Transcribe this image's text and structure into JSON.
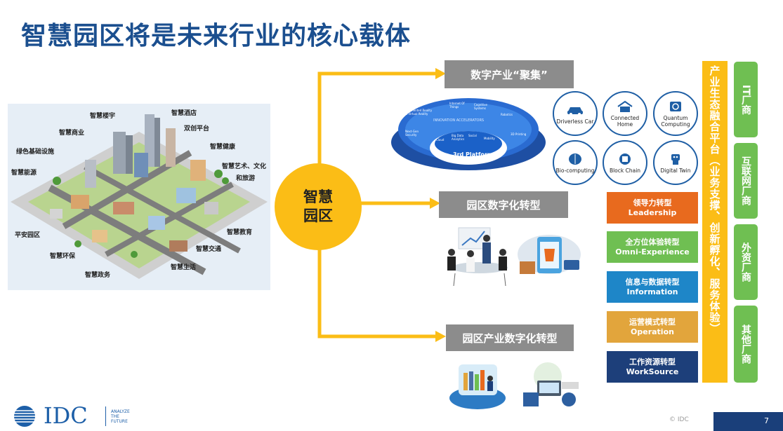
{
  "title": "智慧园区将是未来行业的核心载体",
  "city_labels": {
    "smart_building": "智慧楼宇",
    "smart_hotel": "智慧酒店",
    "smart_commerce": "智慧商业",
    "innovation_platform": "双创平台",
    "green_infra": "绿色基础设施",
    "smart_health": "智慧健康",
    "smart_energy": "智慧能源",
    "art_culture_tourism_1": "智慧艺术、文化",
    "art_culture_tourism_2": "和旅游",
    "safe_park": "平安园区",
    "smart_education": "智慧教育",
    "smart_eco": "智慧环保",
    "smart_traffic": "智慧交通",
    "smart_life": "智慧生活",
    "smart_gov": "智慧政务"
  },
  "hub": {
    "line1": "智慧",
    "line2": "园区"
  },
  "branches": {
    "top": "数字产业“聚集”",
    "middle": "园区数字化转型",
    "bottom": "园区产业数字化转型"
  },
  "platform": {
    "center_label": "3rd Platform",
    "ring_label": "INNOVATION ACCELERATORS",
    "items": [
      "Augmented Reality & Virtual Reality",
      "Internet Of Things",
      "Cognitive Systems",
      "Robotics",
      "Next-Gen Security",
      "3D Printing",
      "Cloud",
      "Big Data Analytics",
      "Mobility",
      "Social"
    ]
  },
  "tech_circles": [
    {
      "label": "Driverless Car",
      "icon": "car-icon"
    },
    {
      "label": "Connected Home",
      "icon": "home-icon"
    },
    {
      "label": "Quantum Computing",
      "icon": "quantum-icon"
    },
    {
      "label": "Bio-computing",
      "icon": "brain-icon"
    },
    {
      "label": "Block Chain",
      "icon": "blockchain-icon"
    },
    {
      "label": "Digital Twin",
      "icon": "robot-icon"
    }
  ],
  "transformations": [
    {
      "zh": "领导力转型",
      "en": "Leadership",
      "color": "#e86a1e"
    },
    {
      "zh": "全方位体验转型",
      "en": "Omni-Experience",
      "color": "#6fbf52"
    },
    {
      "zh": "信息与数据转型",
      "en": "Information",
      "color": "#1e86c8"
    },
    {
      "zh": "运营模式转型",
      "en": "Operation",
      "color": "#e2a53c"
    },
    {
      "zh": "工作资源转型",
      "en": "WorkSource",
      "color": "#1d3f7a"
    }
  ],
  "ecosystem_bar": "产业生态融合平台（业务支撑、创新孵化、服务体验）",
  "vendors": [
    "IT厂商",
    "互联网厂商",
    "外资厂商",
    "其他厂商"
  ],
  "footer": {
    "logo_text": "IDC",
    "tagline_1": "ANALYZE",
    "tagline_2": "THE",
    "tagline_3": "FUTURE",
    "copyright": "© IDC",
    "page_number": "7"
  },
  "colors": {
    "title": "#1b4f8f",
    "hub": "#fbbd16",
    "branch_bar": "#8c8c8c",
    "ecosystem": "#fbbd16",
    "vendor": "#6fbf52"
  }
}
